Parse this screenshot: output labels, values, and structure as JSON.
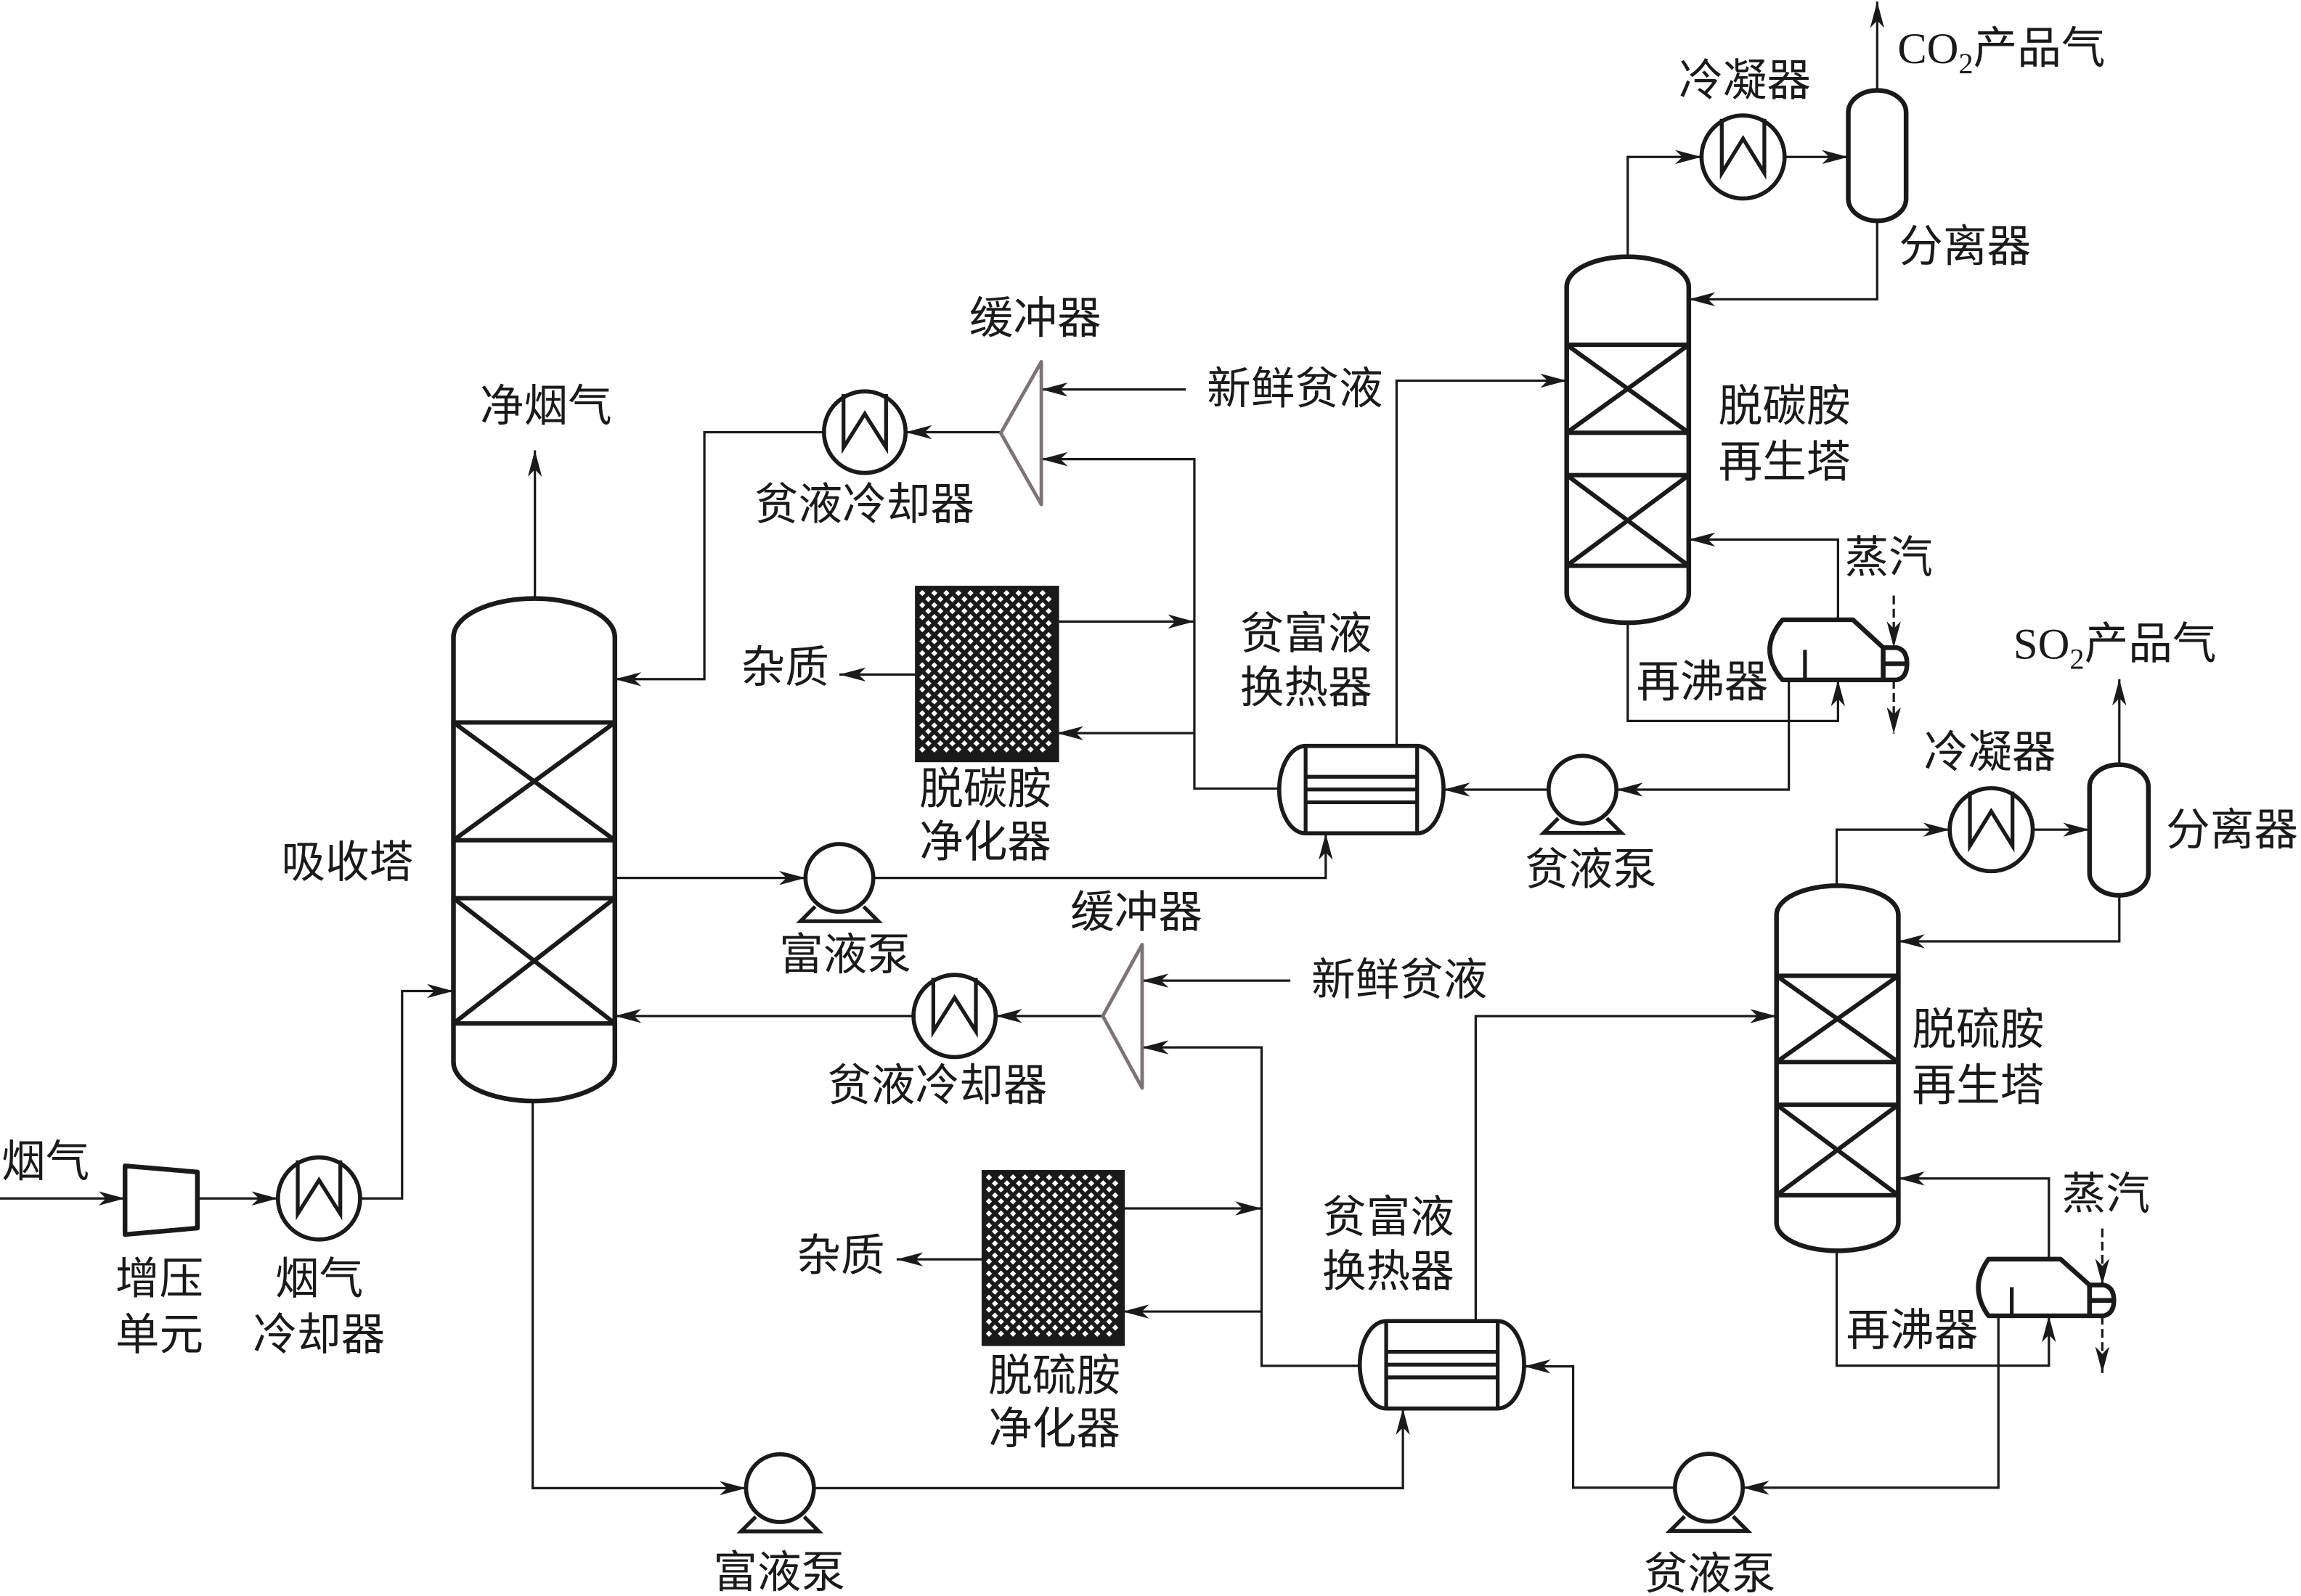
{
  "colors": {
    "ink": "#1a1a1a",
    "buffer_outline": "#7c7277",
    "background": "#ffffff"
  },
  "flue_gas": {
    "inlet_label": "烟气",
    "booster_label": [
      "增压",
      "单元"
    ],
    "cooler_label": [
      "烟气",
      "冷却器"
    ]
  },
  "absorber": {
    "label": "吸收塔",
    "clean_gas_label": "净烟气"
  },
  "co2_capture": {
    "buffer_label": "缓冲器",
    "fresh_lean_label": "新鲜贫液",
    "lean_cooler_label": "贫液冷却器",
    "impurity_label": "杂质",
    "purifier_label": [
      "脱碳胺",
      "净化器"
    ],
    "rich_pump_label": "富液泵",
    "exchanger_label": [
      "贫富液",
      "换热器"
    ],
    "lean_pump_label": "贫液泵",
    "regenerator_label": [
      "脱碳胺",
      "再生塔"
    ],
    "condenser_label": "冷凝器",
    "separator_label": "分离器",
    "product_label": {
      "prefix": "CO",
      "subscript": "2",
      "suffix": "产品气"
    },
    "steam_label": "蒸汽",
    "reboiler_label": "再沸器"
  },
  "so2_capture": {
    "buffer_label": "缓冲器",
    "fresh_lean_label": "新鲜贫液",
    "lean_cooler_label": "贫液冷却器",
    "impurity_label": "杂质",
    "purifier_label": [
      "脱硫胺",
      "净化器"
    ],
    "rich_pump_label": "富液泵",
    "exchanger_label": [
      "贫富液",
      "换热器"
    ],
    "lean_pump_label": "贫液泵",
    "regenerator_label": [
      "脱硫胺",
      "再生塔"
    ],
    "condenser_label": "冷凝器",
    "separator_label": "分离器",
    "product_label": {
      "prefix": "SO",
      "subscript": "2",
      "suffix": "产品气"
    },
    "steam_label": "蒸汽",
    "reboiler_label": "再沸器"
  }
}
